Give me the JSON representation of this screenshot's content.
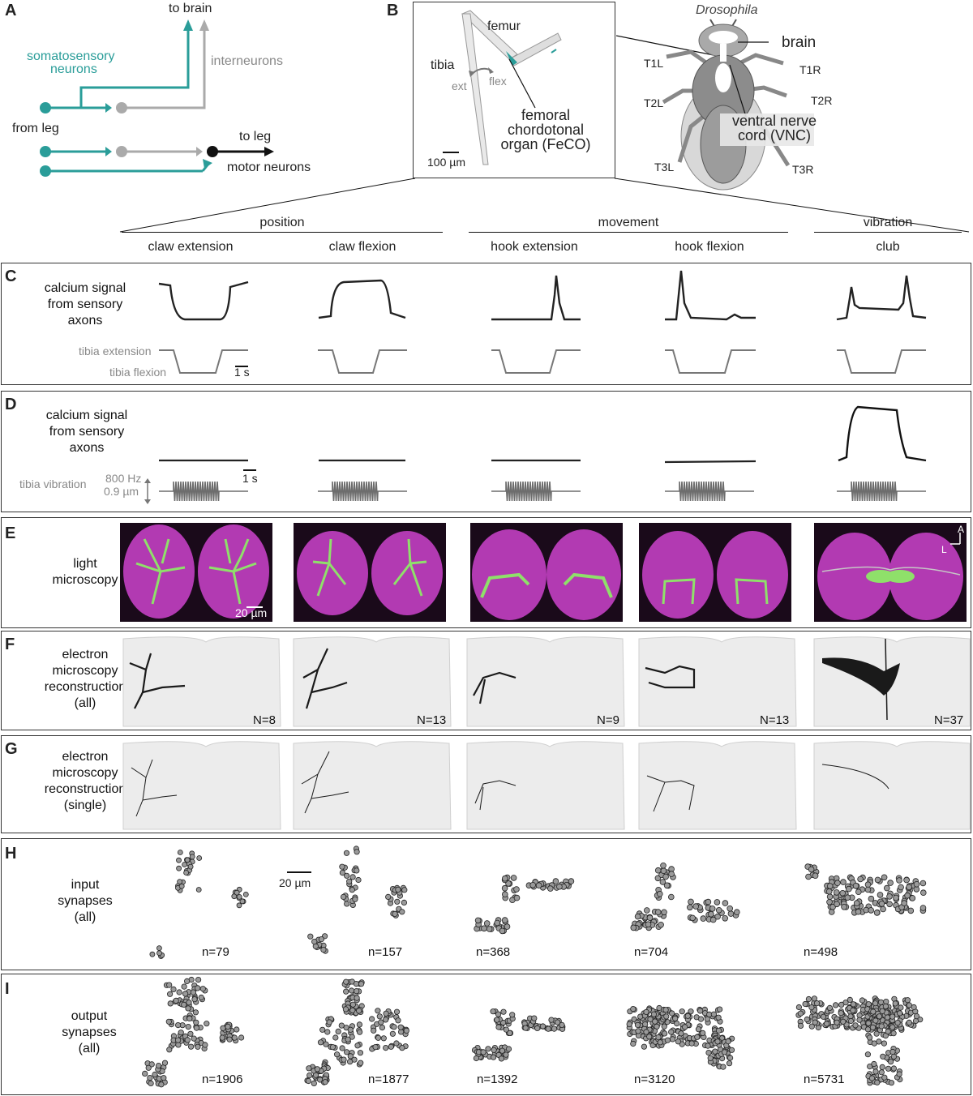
{
  "panels": {
    "A": "A",
    "B": "B",
    "C": "C",
    "D": "D",
    "E": "E",
    "F": "F",
    "G": "G",
    "H": "H",
    "I": "I"
  },
  "panelA": {
    "to_brain": "to brain",
    "somatosensory": "somatosensory",
    "neurons": "neurons",
    "interneurons": "interneurons",
    "from_leg": "from leg",
    "to_leg": "to leg",
    "motor_neurons": "motor neurons"
  },
  "panelB": {
    "femur": "femur",
    "tibia": "tibia",
    "ext": "ext",
    "flex": "flex",
    "feco_line1": "femoral",
    "feco_line2": "chordotonal",
    "feco_line3": "organ (FeCO)",
    "scale": "100 µm",
    "drosophila": "Drosophila",
    "brain": "brain",
    "vnc_line1": "ventral nerve",
    "vnc_line2": "cord (VNC)",
    "T1L": "T1L",
    "T1R": "T1R",
    "T2L": "T2L",
    "T2R": "T2R",
    "T3L": "T3L",
    "T3R": "T3R"
  },
  "groups": [
    {
      "label": "position"
    },
    {
      "label": "movement"
    },
    {
      "label": "vibration"
    }
  ],
  "columns": [
    "claw extension",
    "claw flexion",
    "hook extension",
    "hook flexion",
    "club"
  ],
  "panelC": {
    "label_line1": "calcium signal",
    "label_line2": "from sensory",
    "label_line3": "axons",
    "tibia_extension": "tibia extension",
    "tibia_flexion": "tibia flexion",
    "scale": "1 s"
  },
  "panelD": {
    "label_line1": "calcium signal",
    "label_line2": "from sensory",
    "label_line3": "axons",
    "tibia_vibration": "tibia vibration",
    "freq": "800 Hz",
    "amp": "0.9 µm",
    "scale": "1 s"
  },
  "panelE": {
    "label_line1": "light",
    "label_line2": "microscopy",
    "scale": "20 µm",
    "axis_A": "A",
    "axis_L": "L"
  },
  "panelF": {
    "label_line1": "electron",
    "label_line2": "microscopy",
    "label_line3": "reconstruction",
    "label_line4": "(all)",
    "counts": [
      "N=8",
      "N=13",
      "N=9",
      "N=13",
      "N=37"
    ]
  },
  "panelG": {
    "label_line1": "electron",
    "label_line2": "microscopy",
    "label_line3": "reconstruction",
    "label_line4": "(single)"
  },
  "panelH": {
    "label_line1": "input",
    "label_line2": "synapses",
    "label_line3": "(all)",
    "scale": "20 µm",
    "counts": [
      "n=79",
      "n=157",
      "n=368",
      "n=704",
      "n=498"
    ]
  },
  "panelI": {
    "label_line1": "output",
    "label_line2": "synapses",
    "label_line3": "(all)",
    "counts": [
      "n=1906",
      "n=1877",
      "n=1392",
      "n=3120",
      "n=5731"
    ]
  },
  "colors": {
    "teal": "#2a9d99",
    "gray": "#a0a0a0",
    "magenta": "#b03cb0",
    "green": "#7dde5a"
  }
}
